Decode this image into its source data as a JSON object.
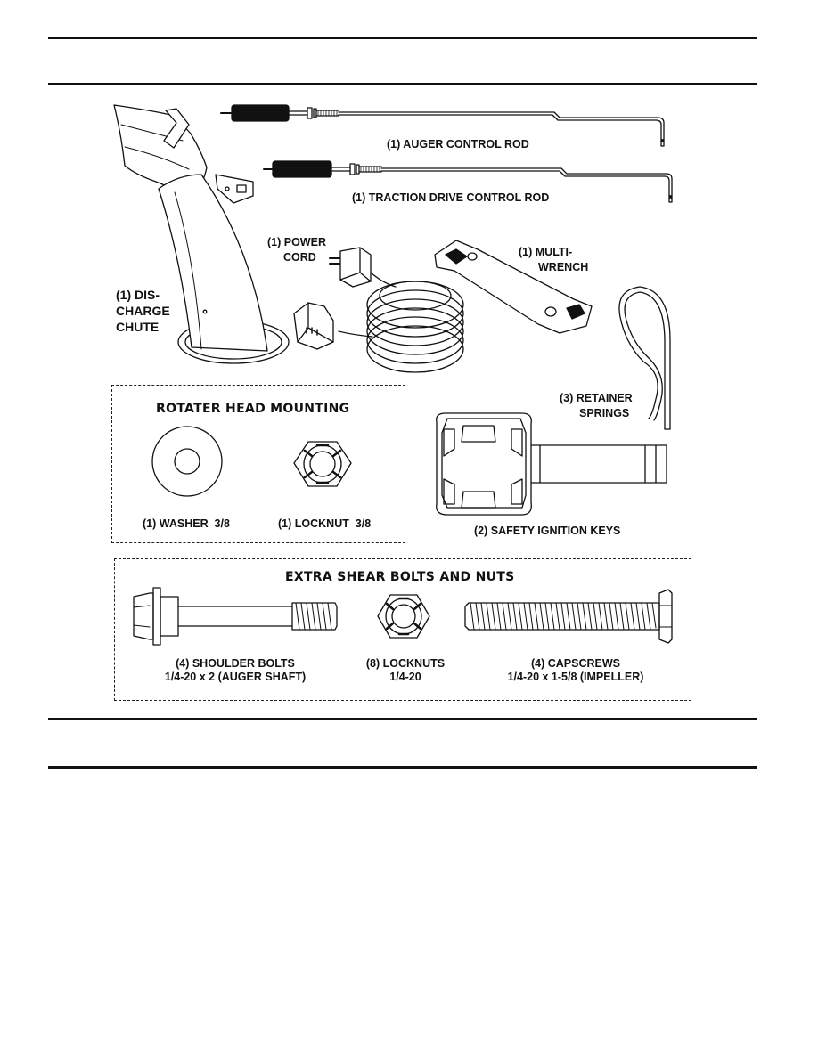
{
  "parts": {
    "auger_rod": "(1) AUGER CONTROL ROD",
    "traction_rod": "(1) TRACTION DRIVE CONTROL ROD",
    "power_cord_1": "(1) POWER",
    "power_cord_2": "CORD",
    "wrench_1": "(1) MULTI-",
    "wrench_2": "WRENCH",
    "chute_1": "(1) DIS-",
    "chute_2": "CHARGE",
    "chute_3": "CHUTE",
    "springs_1": "(3) RETAINER",
    "springs_2": "SPRINGS",
    "keys": "(2) SAFETY IGNITION KEYS"
  },
  "rotater_section": {
    "title": "ROTATER HEAD MOUNTING",
    "washer": "(1) WASHER  3/8",
    "locknut": "(1) LOCKNUT  3/8"
  },
  "shear_section": {
    "title": "EXTRA SHEAR BOLTS AND NUTS",
    "shoulder_1": "(4) SHOULDER BOLTS",
    "shoulder_2": "1/4-20 x 2 (AUGER SHAFT)",
    "locknuts_1": "(8) LOCKNUTS",
    "locknuts_2": "1/4-20",
    "capscrews_1": "(4) CAPSCREWS",
    "capscrews_2": "1/4-20 x 1-5/8 (IMPELLER)"
  }
}
